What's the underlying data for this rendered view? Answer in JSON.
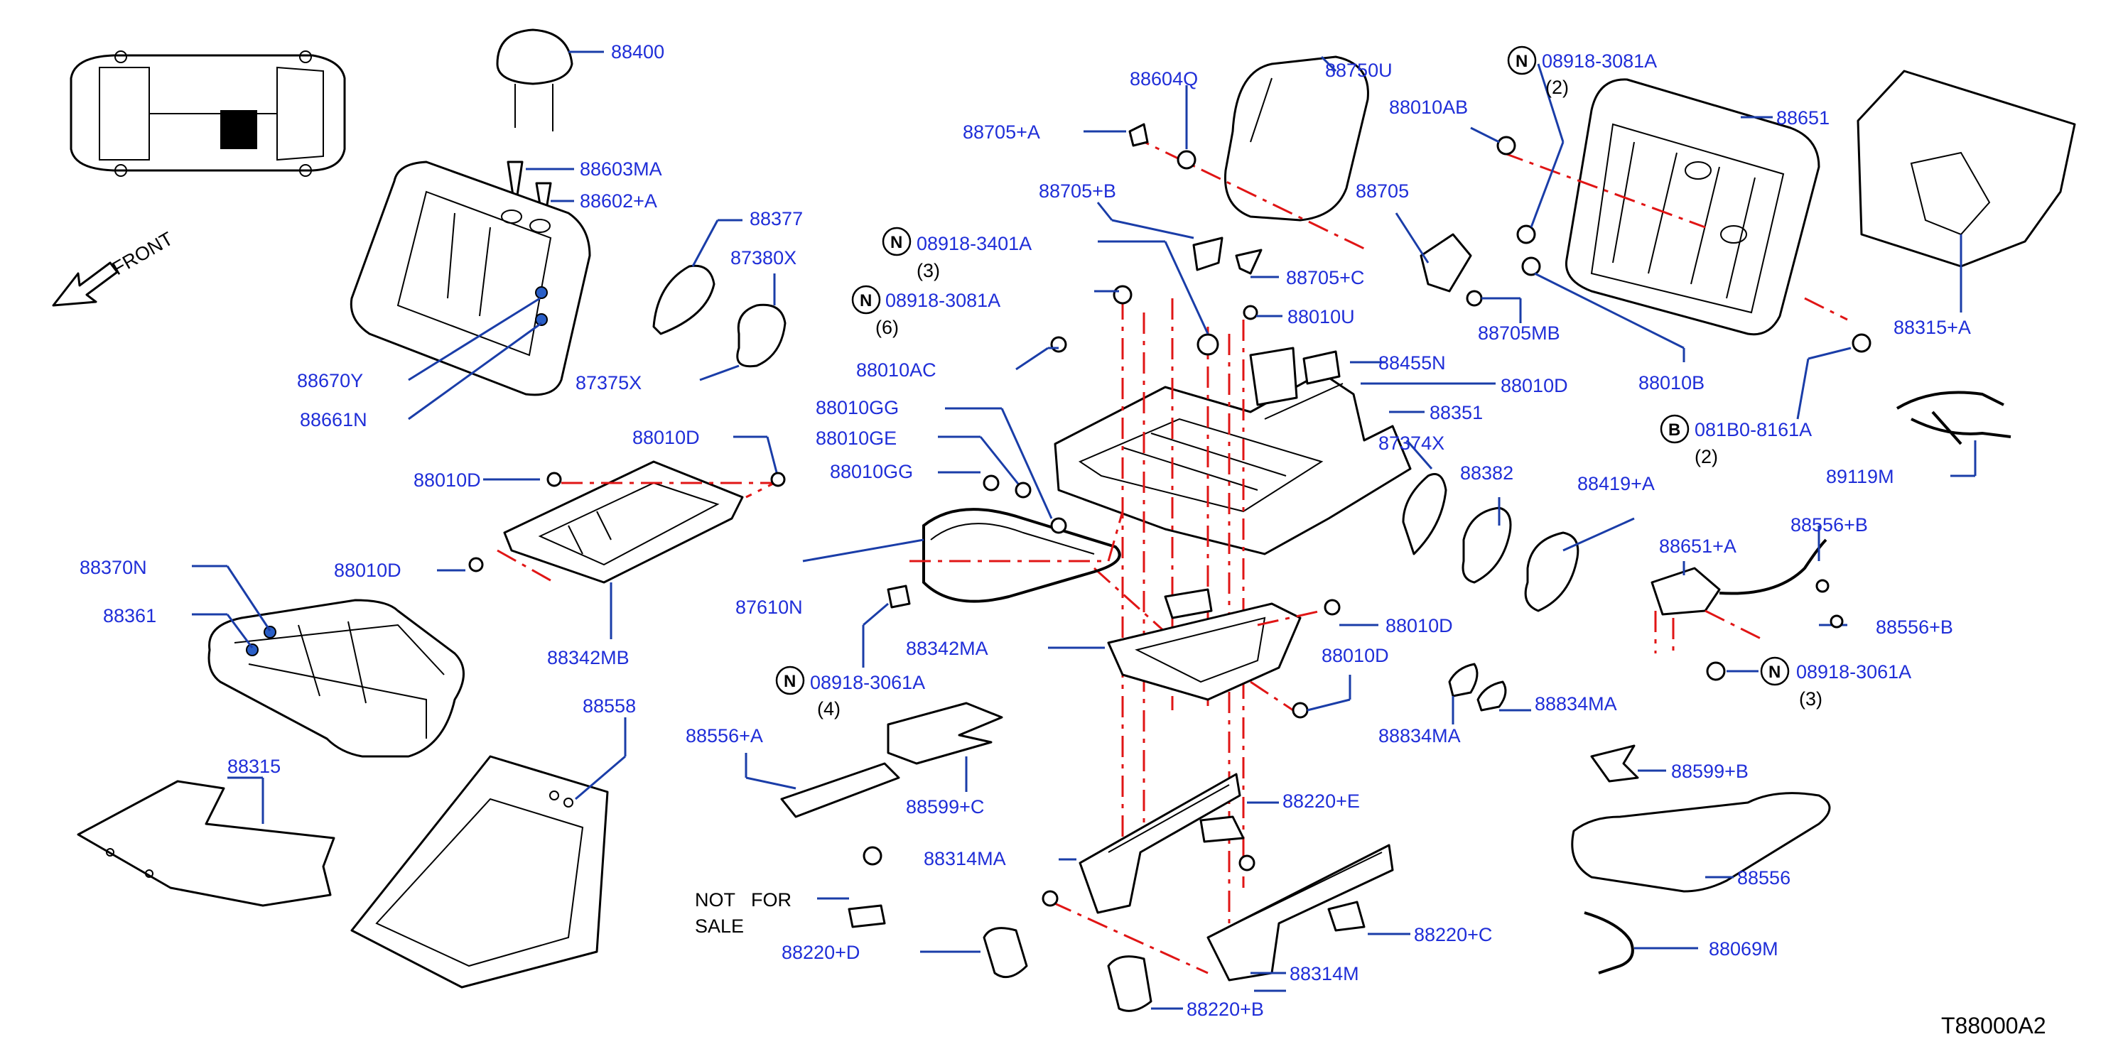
{
  "diagram_code": "T88000A2",
  "front_label": "FRONT",
  "not_for_sale": [
    "NOT   FOR",
    "SALE"
  ],
  "colors": {
    "label": "#1f2ed8",
    "leader": "#1a3da8",
    "guide_line": "#e01515",
    "outline": "#000000",
    "highlight": "#2a5fc7"
  },
  "icons": {
    "front_arrow": "arrow-left-down",
    "locator": "vehicle-top-view"
  },
  "parts": [
    {
      "code": "88400"
    },
    {
      "code": "88603MA"
    },
    {
      "code": "88602+A"
    },
    {
      "code": "88670Y"
    },
    {
      "code": "88661N"
    },
    {
      "code": "88377"
    },
    {
      "code": "87380X"
    },
    {
      "code": "87375X"
    },
    {
      "code": "88010D"
    },
    {
      "code": "88010D"
    },
    {
      "code": "88010D"
    },
    {
      "code": "88342MB"
    },
    {
      "code": "88370N"
    },
    {
      "code": "88361"
    },
    {
      "code": "88315"
    },
    {
      "code": "88558"
    },
    {
      "code": "88604Q"
    },
    {
      "code": "88750U"
    },
    {
      "code": "88705+A"
    },
    {
      "code": "88705+B"
    },
    {
      "code": "88705+C"
    },
    {
      "code": "88010U"
    },
    {
      "code": "88010AC"
    },
    {
      "code": "88010GG"
    },
    {
      "code": "88010GE"
    },
    {
      "code": "88010GG"
    },
    {
      "code": "87610N"
    },
    {
      "code": "88342MA"
    },
    {
      "code": "88556+A"
    },
    {
      "code": "88599+C"
    },
    {
      "code": "88314MA"
    },
    {
      "code": "88220+D"
    },
    {
      "code": "88220+E"
    },
    {
      "code": "88220+C"
    },
    {
      "code": "88314M"
    },
    {
      "code": "88220+B"
    },
    {
      "code": "88010AB"
    },
    {
      "code": "88651"
    },
    {
      "code": "88705"
    },
    {
      "code": "88705MB"
    },
    {
      "code": "88455N"
    },
    {
      "code": "88010D"
    },
    {
      "code": "88351"
    },
    {
      "code": "87374X"
    },
    {
      "code": "88382"
    },
    {
      "code": "88419+A"
    },
    {
      "code": "88010D"
    },
    {
      "code": "88010D"
    },
    {
      "code": "88834MA"
    },
    {
      "code": "88834MA"
    },
    {
      "code": "88010B"
    },
    {
      "code": "88315+A"
    },
    {
      "code": "89119M"
    },
    {
      "code": "88651+A"
    },
    {
      "code": "88556+B"
    },
    {
      "code": "88556+B"
    },
    {
      "code": "88599+B"
    },
    {
      "code": "88556"
    },
    {
      "code": "88069M"
    }
  ],
  "fasteners": [
    {
      "symbol": "N",
      "code": "08918-3081A",
      "qty": "(2)"
    },
    {
      "symbol": "N",
      "code": "08918-3401A",
      "qty": "(3)"
    },
    {
      "symbol": "N",
      "code": "08918-3081A",
      "qty": "(6)"
    },
    {
      "symbol": "N",
      "code": "08918-3061A",
      "qty": "(4)"
    },
    {
      "symbol": "B",
      "code": "081B0-8161A",
      "qty": "(2)"
    },
    {
      "symbol": "N",
      "code": "08918-3061A",
      "qty": "(3)"
    }
  ]
}
